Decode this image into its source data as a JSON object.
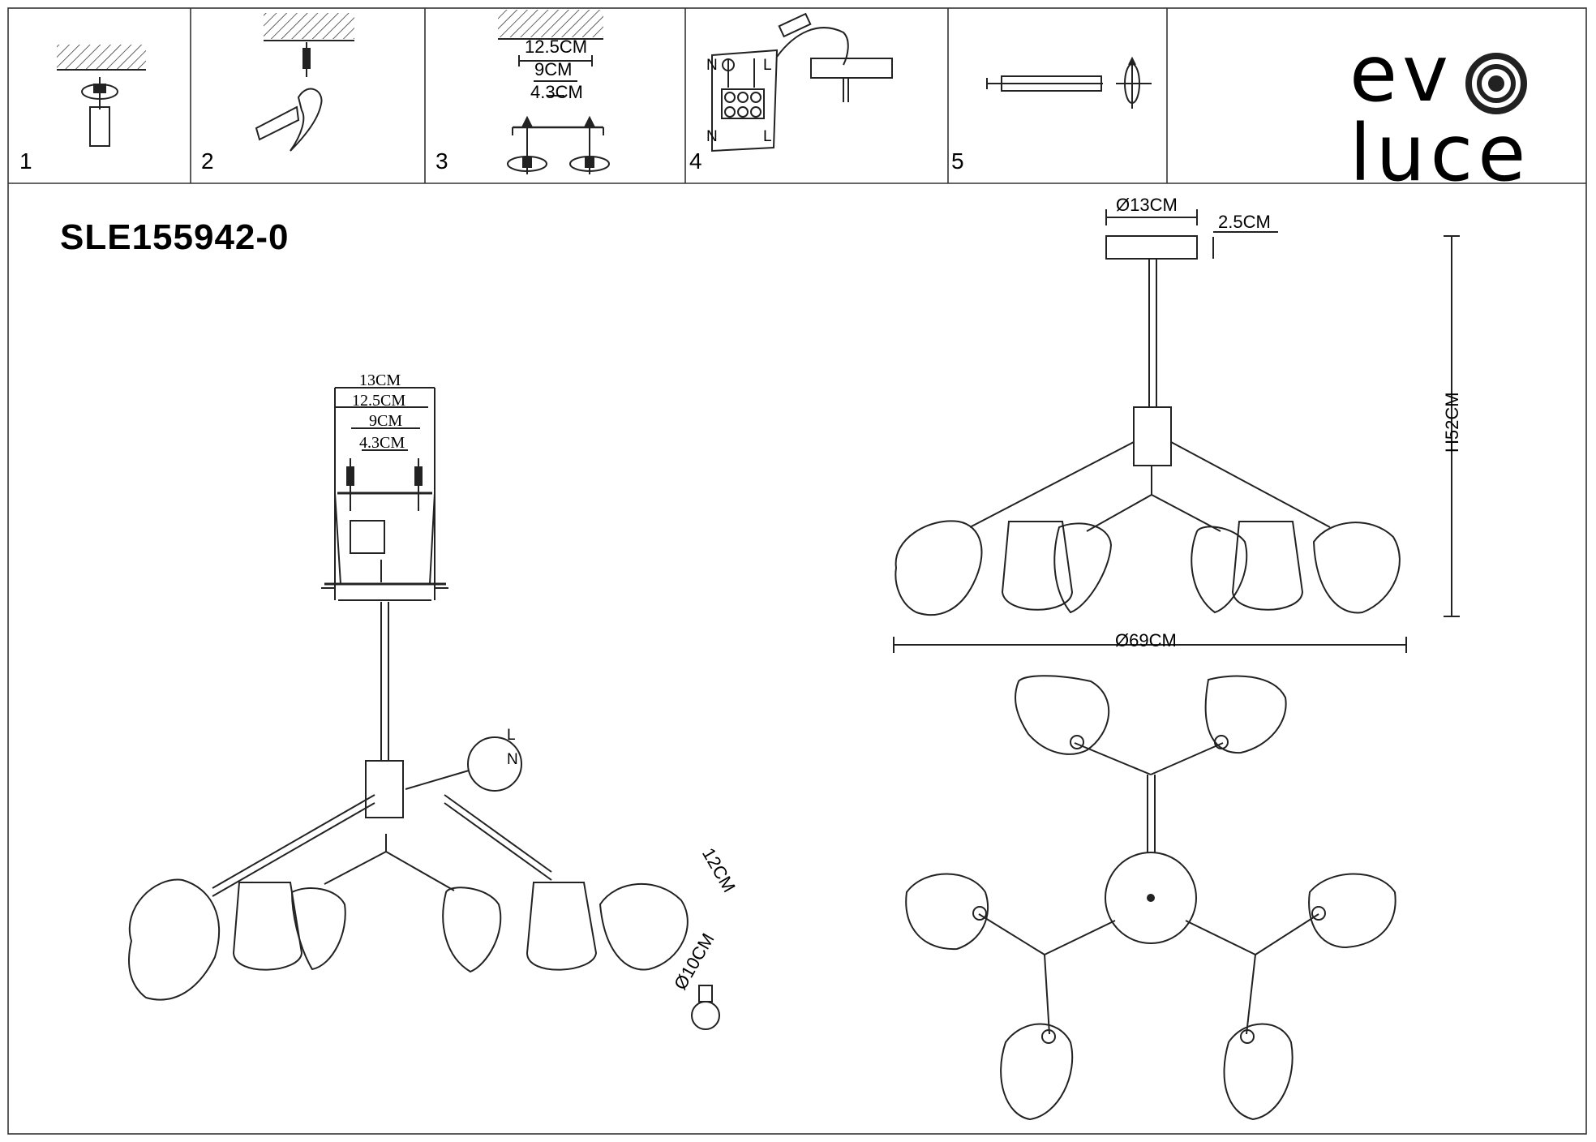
{
  "model": "SLE155942-0",
  "brand": {
    "line1": "ev",
    "line2": "luce"
  },
  "steps": [
    "1",
    "2",
    "3",
    "4",
    "5"
  ],
  "step3_dims": {
    "outer": "12.5CM",
    "middle": "9CM",
    "inner": "4.3CM"
  },
  "step4_labels": {
    "n_top": "N",
    "l_top": "L",
    "n_bottom": "N",
    "l_bottom": "L"
  },
  "bracket_dims": {
    "width": "13CM",
    "outer": "12.5CM",
    "middle": "9CM",
    "inner": "4.3CM"
  },
  "side_dims": {
    "canopy_diameter": "Ø13CM",
    "canopy_height": "2.5CM",
    "height": "H52CM",
    "width": "Ø69CM"
  },
  "shade_dims": {
    "height": "12CM",
    "diameter": "Ø10CM"
  },
  "wire_labels": {
    "l": "L",
    "n": "N"
  }
}
